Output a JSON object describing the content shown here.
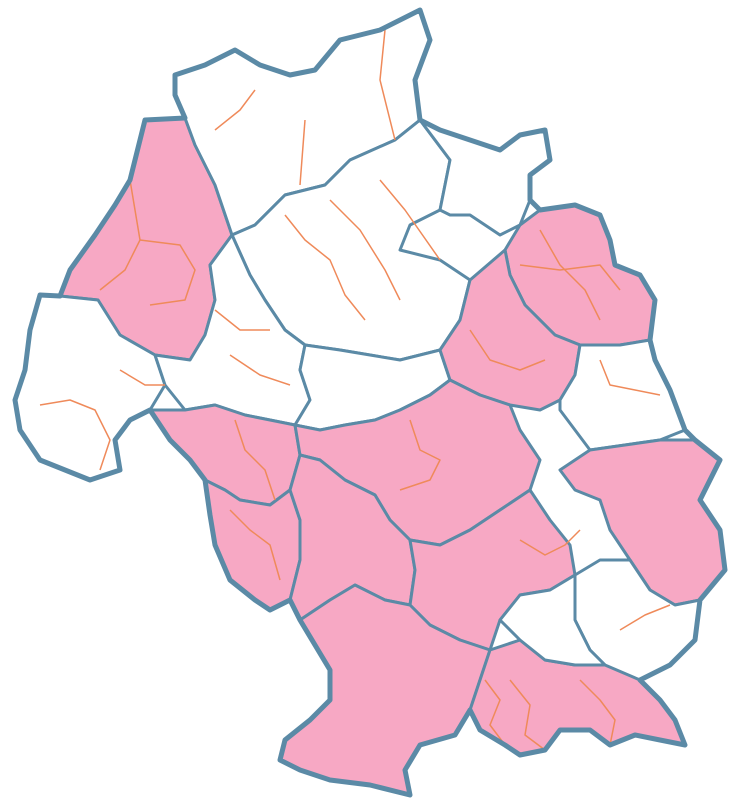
{
  "map": {
    "colors": {
      "background": "#ffffff",
      "highlighted_fill": "#f7a8c4",
      "default_fill": "#ffffff",
      "district_border": "#5b8aa6",
      "subdivision_border": "#ef8a5a"
    },
    "legend": null,
    "regions": [
      {
        "id": "nw",
        "highlighted": true
      },
      {
        "id": "north",
        "highlighted": false
      },
      {
        "id": "north-center",
        "highlighted": false
      },
      {
        "id": "north-east",
        "highlighted": false
      },
      {
        "id": "east-upper",
        "highlighted": true
      },
      {
        "id": "west",
        "highlighted": false
      },
      {
        "id": "center-west",
        "highlighted": false
      },
      {
        "id": "center",
        "highlighted": false
      },
      {
        "id": "center-east",
        "highlighted": true
      },
      {
        "id": "east-mid",
        "highlighted": false
      },
      {
        "id": "southwest-1",
        "highlighted": true
      },
      {
        "id": "southwest-2",
        "highlighted": true
      },
      {
        "id": "south-center-1",
        "highlighted": true
      },
      {
        "id": "south-center-2",
        "highlighted": true
      },
      {
        "id": "south-center-3",
        "highlighted": true
      },
      {
        "id": "east-low",
        "highlighted": true
      },
      {
        "id": "east-low-2",
        "highlighted": false
      },
      {
        "id": "south",
        "highlighted": true
      },
      {
        "id": "south-east",
        "highlighted": true
      },
      {
        "id": "south-east-2",
        "highlighted": false
      }
    ]
  }
}
